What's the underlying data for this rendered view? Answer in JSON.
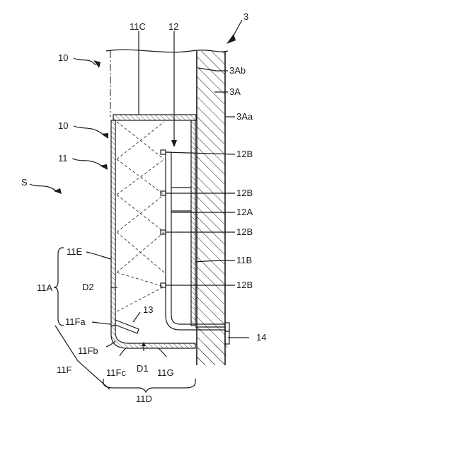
{
  "labels": {
    "l3": "3",
    "l3Ab": "3Ab",
    "l3A": "3A",
    "l3Aa": "3Aa",
    "l10top": "10",
    "l11C": "11C",
    "l12": "12",
    "l10": "10",
    "l11": "11",
    "lS": "S",
    "l12B_1": "12B",
    "l12B_2": "12B",
    "l12A": "12A",
    "l12B_3": "12B",
    "l11E": "11E",
    "l11B": "11B",
    "l11A": "11A",
    "lD2": "D2",
    "l12B_4": "12B",
    "l13": "13",
    "l11Fa": "11Fa",
    "l14": "14",
    "l11Fb": "11Fb",
    "l11F": "11F",
    "l11Fc": "11Fc",
    "lD1": "D1",
    "l11G": "11G",
    "l11D": "11D"
  }
}
